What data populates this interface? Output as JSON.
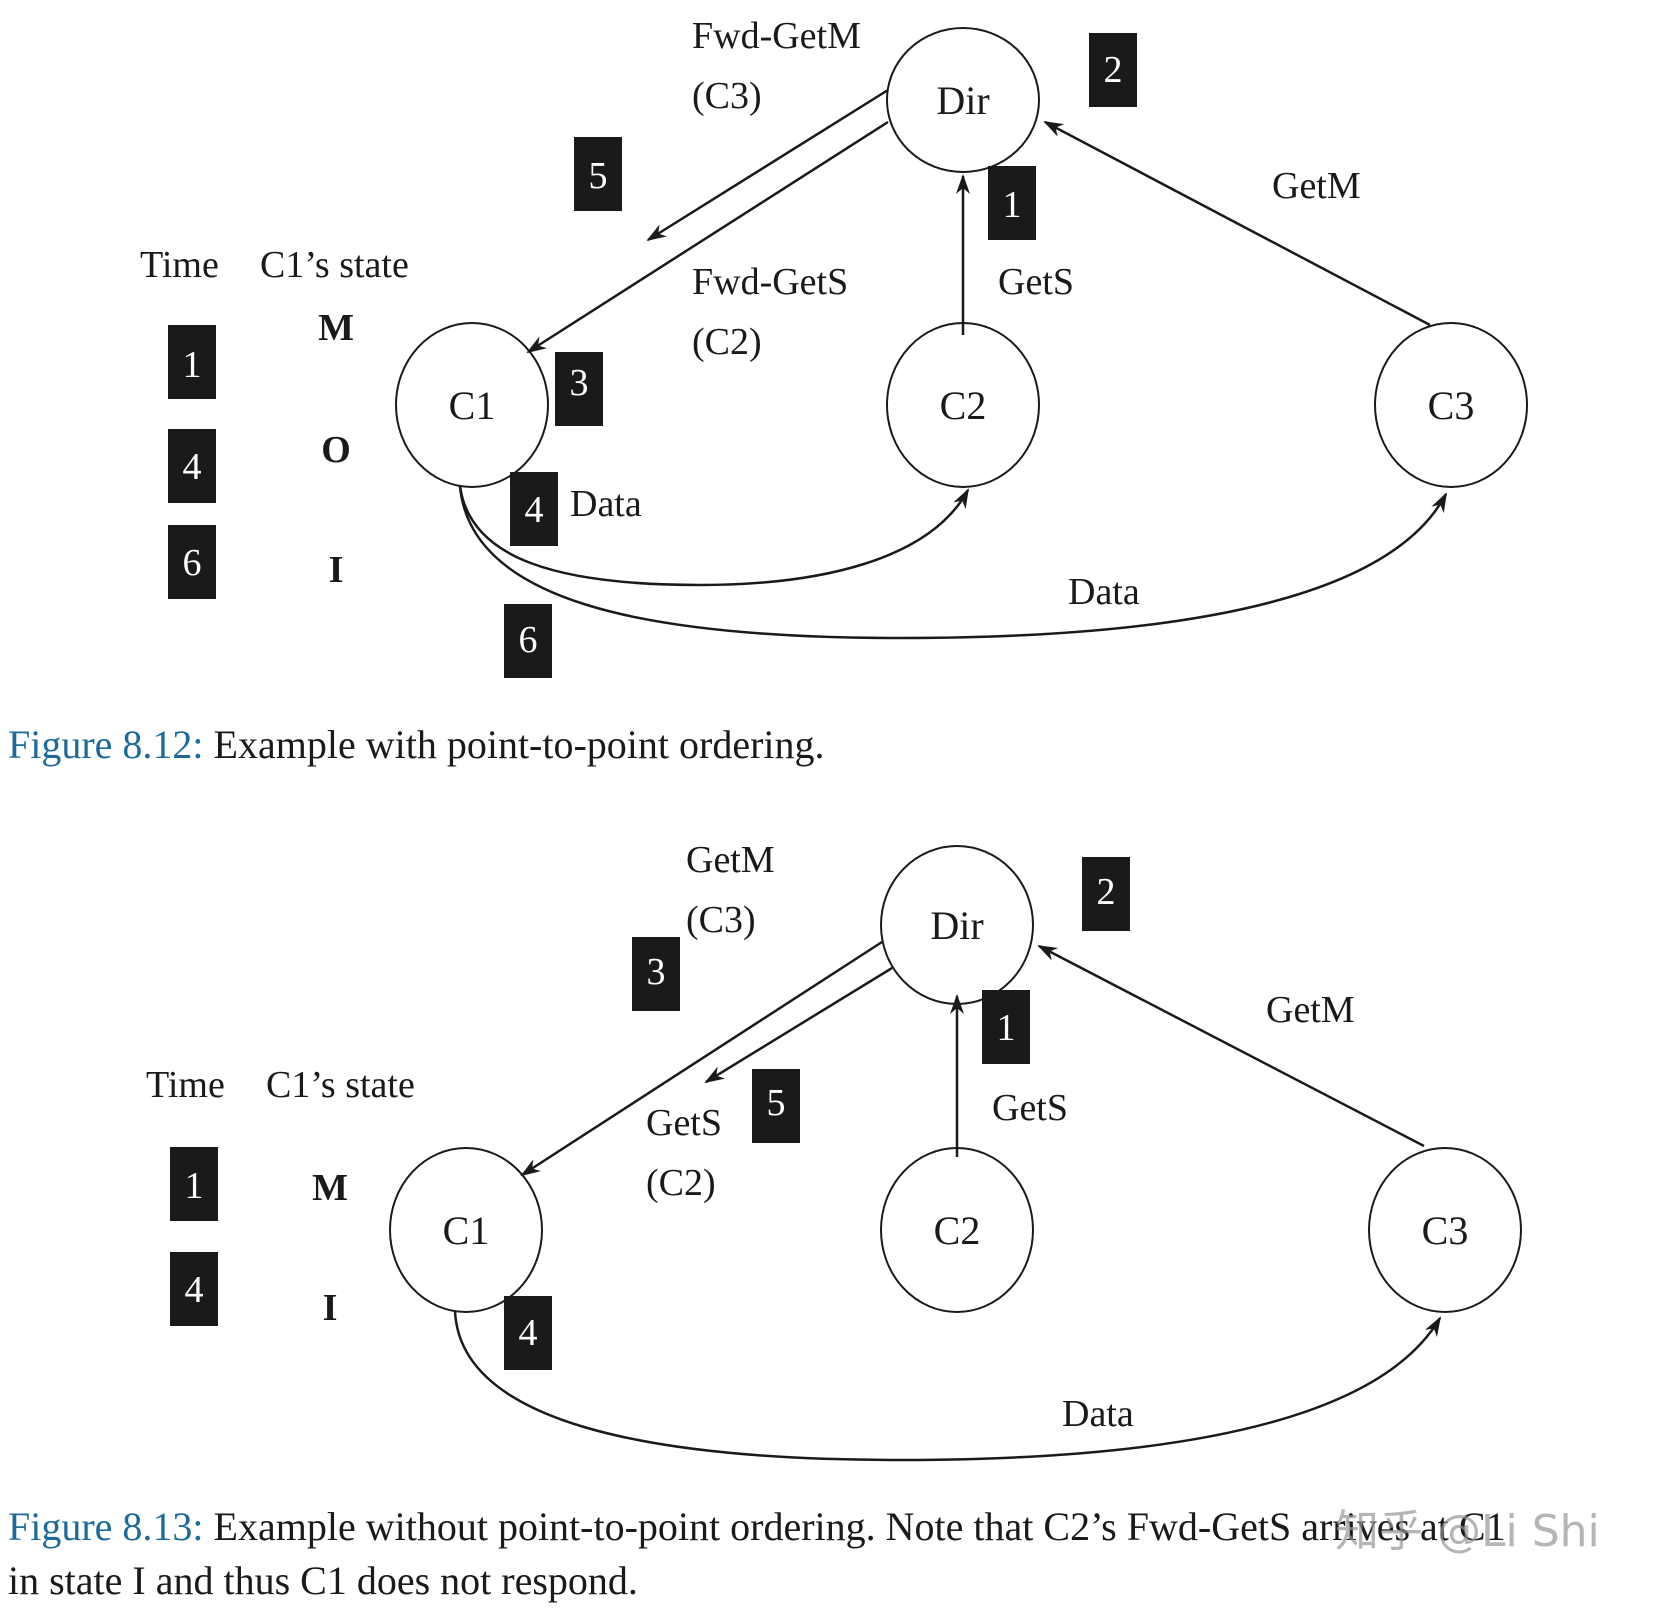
{
  "figures": [
    {
      "id": "fig-8-12",
      "caption_label": "Figure 8.12:",
      "caption_text": " Example with point-to-point ordering.",
      "table_header_time": "Time",
      "table_header_state": "C1’s state",
      "timeline": [
        {
          "time": "1",
          "state": "M"
        },
        {
          "time": "4",
          "state": "O"
        },
        {
          "time": "6",
          "state": "I"
        }
      ],
      "nodes": {
        "dir": "Dir",
        "c1": "C1",
        "c2": "C2",
        "c3": "C3"
      },
      "edge_labels": {
        "fwd_getm": "Fwd-GetM",
        "fwd_getm_src": "(C3)",
        "fwd_gets": "Fwd-GetS",
        "fwd_gets_src": "(C2)",
        "gets": "GetS",
        "getm": "GetM",
        "data_c2": "Data",
        "data_c3": "Data"
      },
      "step_badges": {
        "gets": "1",
        "getm": "2",
        "fwd_getm": "5",
        "c1_receive": "3",
        "data_c2": "4",
        "data_c3": "6"
      }
    },
    {
      "id": "fig-8-13",
      "caption_label": "Figure 8.13:",
      "caption_text": " Example without point-to-point ordering. Note that C2’s Fwd-GetS arrives at C1",
      "caption_line2": "in state I and thus C1 does not respond.",
      "table_header_time": "Time",
      "table_header_state": "C1’s state",
      "timeline": [
        {
          "time": "1",
          "state": "M"
        },
        {
          "time": "4",
          "state": "I"
        }
      ],
      "nodes": {
        "dir": "Dir",
        "c1": "C1",
        "c2": "C2",
        "c3": "C3"
      },
      "edge_labels": {
        "getm_fwd": "GetM",
        "getm_fwd_src": "(C3)",
        "gets_fwd": "GetS",
        "gets_fwd_src": "(C2)",
        "gets": "GetS",
        "getm": "GetM",
        "data_c3": "Data"
      },
      "step_badges": {
        "gets": "1",
        "getm": "2",
        "fwd_getm": "3",
        "data_c3": "4",
        "fwd_gets": "5"
      }
    }
  ],
  "watermark": "知乎 @Li Shi",
  "colors": {
    "caption_label": "#1e6a9a",
    "badge": "#1a1a1a",
    "ink": "#1a1a1a"
  }
}
